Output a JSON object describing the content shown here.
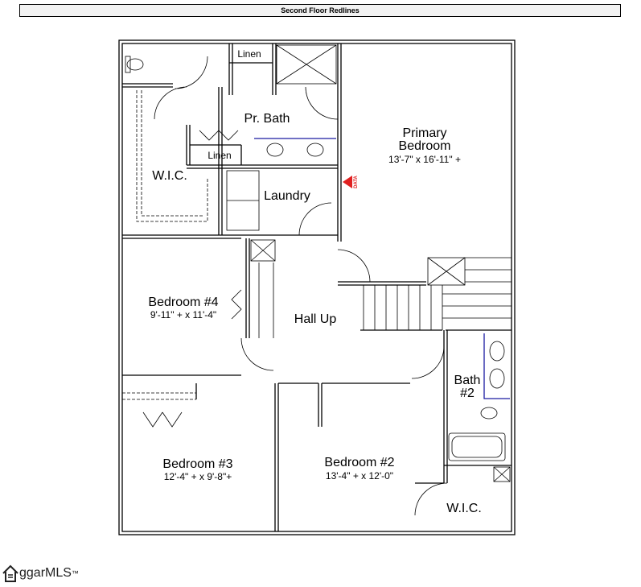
{
  "header": {
    "title": "Second Floor Redlines"
  },
  "rooms": {
    "linen_top": "Linen",
    "pr_bath": "Pr. Bath",
    "primary_bedroom_line1": "Primary",
    "primary_bedroom_line2": "Bedroom",
    "primary_bedroom_dims": "13'-7\" x 16'-11\" +",
    "linen_bottom": "Linen",
    "wic_primary": "W.I.C.",
    "laundry": "Laundry",
    "data_marker": "DATA",
    "bedroom4": "Bedroom #4",
    "bedroom4_dims": "9'-11\" + x 11'-4\"",
    "hall": "Hall Up",
    "bath2_line1": "Bath",
    "bath2_line2": "#2",
    "bedroom3": "Bedroom #3",
    "bedroom3_dims": "12'-4\" + x 9'-8\"+",
    "bedroom2": "Bedroom #2",
    "bedroom2_dims": "13'-4\" + x 12'-0\"",
    "wic_bed2": "W.I.C."
  },
  "colors": {
    "data_marker": "#e02020",
    "vanity_line": "#1a1aa0"
  },
  "logo": {
    "text": "ggarMLS",
    "tm": "™"
  }
}
